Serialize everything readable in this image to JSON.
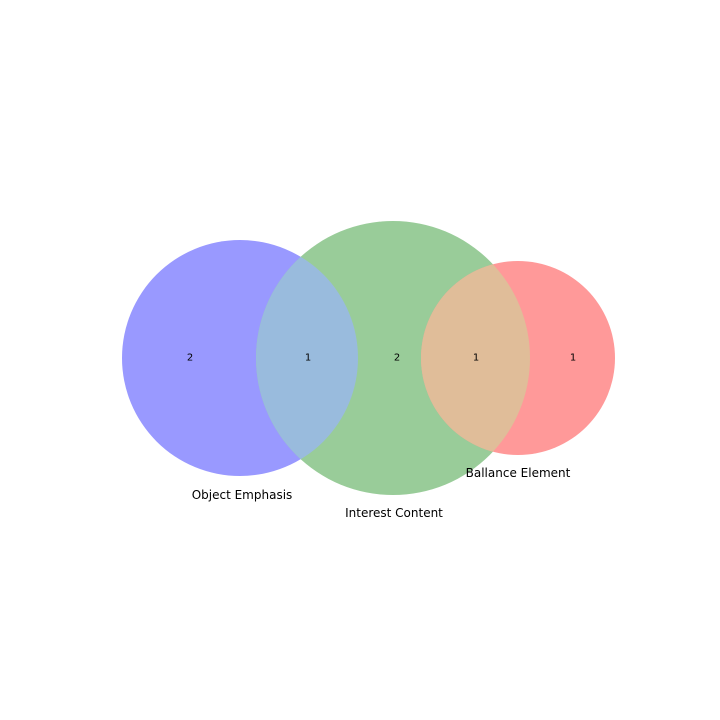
{
  "diagram": {
    "type": "venn",
    "sets": [
      {
        "name": "Object Emphasis",
        "color": "#9999ff"
      },
      {
        "name": "Interest Content",
        "color": "#99cc99"
      },
      {
        "name": "Ballance Element",
        "color": "#ff9999"
      }
    ],
    "overlap_colors": {
      "object_interest": "#99bbdd",
      "interest_ballance": "#e0bd99"
    },
    "regions": {
      "object_only": "2",
      "object_interest": "1",
      "interest_only": "2",
      "interest_ballance": "1",
      "ballance_only": "1"
    }
  }
}
